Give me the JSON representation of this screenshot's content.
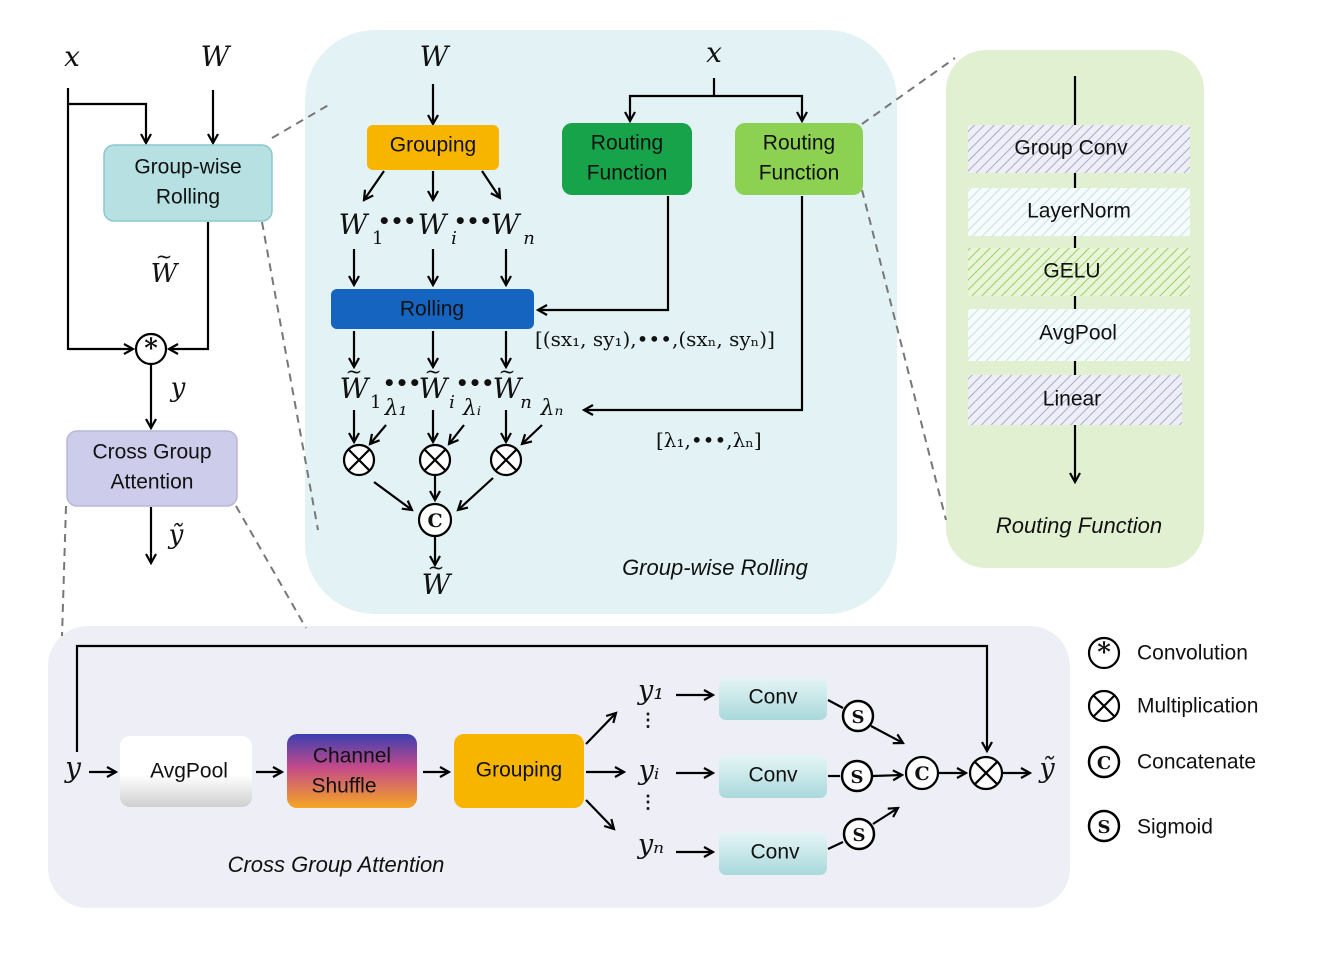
{
  "left": {
    "x": "x",
    "W": "W",
    "gwr_box": [
      "Group-wise",
      "Rolling"
    ],
    "W_tilde": "W",
    "y": "y",
    "cga_box": [
      "Cross Group",
      "Attention"
    ],
    "y_tilde": "ỹ"
  },
  "gwr_panel": {
    "W": "W",
    "x": "x",
    "grouping": "Grouping",
    "routing1": [
      "Routing",
      "Function"
    ],
    "routing2": [
      "Routing",
      "Function"
    ],
    "w_sub": [
      "1",
      "i",
      "n"
    ],
    "rolling": "Rolling",
    "shift_params": "[(sx₁, sy₁),•••,(sxₙ, syₙ)]",
    "lambda_params": "[λ₁,•••,λₙ]",
    "lambdas": [
      "λ₁",
      "λᵢ",
      "λₙ"
    ],
    "concat": "C",
    "W_out": "W",
    "caption": "Group-wise Rolling"
  },
  "routing_panel": {
    "layers": [
      "Group Conv",
      "LayerNorm",
      "GELU",
      "AvgPool",
      "Linear"
    ],
    "caption": "Routing Function"
  },
  "cga_panel": {
    "y_in": "y",
    "avgpool": "AvgPool",
    "shuffle": [
      "Channel",
      "Shuffle"
    ],
    "grouping": "Grouping",
    "ys": [
      "y₁",
      "yᵢ",
      "yₙ"
    ],
    "conv": "Conv",
    "sigmoid": "S",
    "concat": "C",
    "y_out": "ỹ",
    "caption": "Cross Group Attention"
  },
  "legend": [
    {
      "symbol": "*",
      "label": "Convolution"
    },
    {
      "symbol": "⊗",
      "label": "Multiplication"
    },
    {
      "symbol": "C",
      "label": "Concatenate"
    },
    {
      "symbol": "S",
      "label": "Sigmoid"
    }
  ]
}
